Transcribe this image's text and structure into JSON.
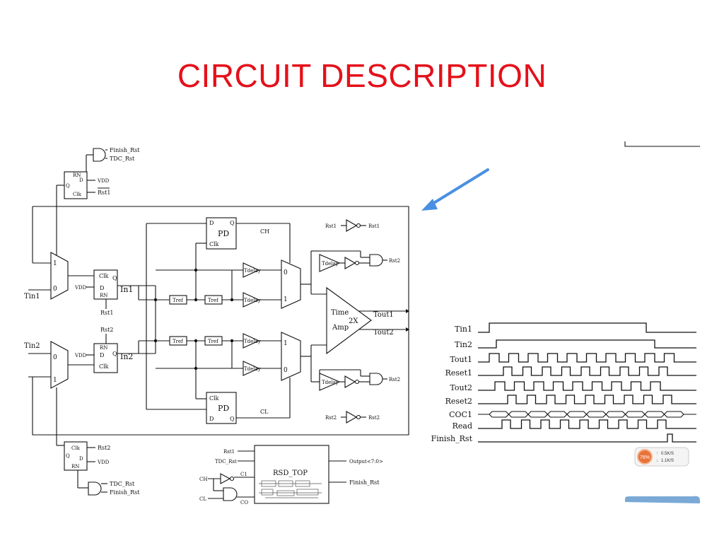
{
  "slide": {
    "title": "CIRCUIT DESCRIPTION"
  },
  "colors": {
    "title": "#e5101a",
    "arrow": "#4a90e2",
    "badge": "#e8733a"
  },
  "circuit": {
    "top_gate_in": [
      "Finish_Rst",
      "TDC_Rst"
    ],
    "top_dff": {
      "rn": "RN",
      "d": "D",
      "q": "Q",
      "clk": "Clk",
      "vdd": "VDD",
      "rst": "Rst1"
    },
    "inputs": [
      "Tin1",
      "Tin2"
    ],
    "mux_labels": {
      "one": "1",
      "zero": "0"
    },
    "dff1": {
      "clk": "Clk",
      "d": "D",
      "q": "Q",
      "rn": "RN",
      "vdd": "VDD",
      "rst": "Rst1",
      "out": "In1"
    },
    "dff2": {
      "clk": "Clk",
      "d": "D",
      "q": "Q",
      "rn": "RN",
      "vdd": "VDD",
      "rst": "Rst2",
      "out": "In2"
    },
    "pd": "PD",
    "pd_pins": {
      "d": "D",
      "q": "Q",
      "clk": "Clk"
    },
    "tref": "Tref",
    "delay": "Tdelay",
    "ch": "CH",
    "cl": "CL",
    "rst1_gate": {
      "in": "Rst1",
      "out": "Rst1"
    },
    "rst2_gate": {
      "in": "Rst2",
      "out": "Rst2"
    },
    "amp": {
      "line1": "Time",
      "line2": "Amp",
      "gain": "2X"
    },
    "outputs": [
      "Tout1",
      "Tout2"
    ],
    "rst_out": [
      "Rst2",
      "Rst2"
    ],
    "bottom_dff": {
      "clk": "Clk",
      "d": "D",
      "q": "Q",
      "rn": "RN",
      "vdd": "VDD",
      "rst": "Rst2"
    },
    "bottom_gate_in": [
      "TDC_Rst",
      "Finish_Rst"
    ],
    "rsd": {
      "name": "RSD_TOP",
      "in": [
        "Rst1",
        "TDC_Rst",
        "C1",
        "CO"
      ],
      "out": [
        "Output<7:0>",
        "Finish_Rst"
      ],
      "ch": "CH",
      "cl": "CL"
    }
  },
  "timing": {
    "signals": [
      "Tin1",
      "Tin2",
      "Tout1",
      "Reset1",
      "Tout2",
      "Reset2",
      "COC1",
      "Read",
      "Finish_Rst"
    ]
  },
  "badge": {
    "percent": "76%",
    "up": "0.5K/S",
    "down": "1.1K/S"
  }
}
